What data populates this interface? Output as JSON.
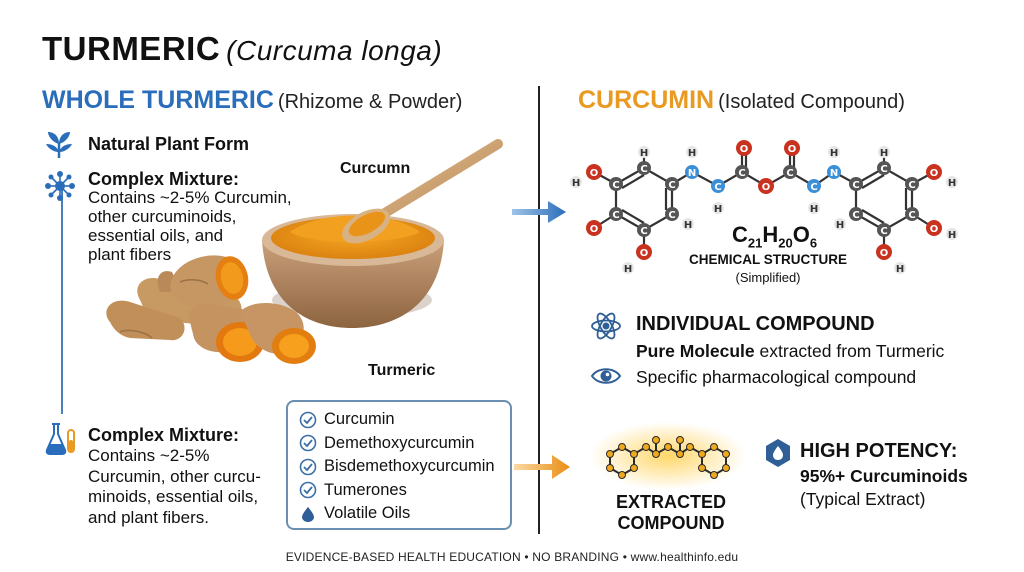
{
  "title": {
    "main": "TURMERIC",
    "scientific": "(Curcuma longa)"
  },
  "left": {
    "header": "WHOLE TURMERIC",
    "header_sub": "(Rhizome & Powder)",
    "natural_form": "Natural Plant Form",
    "complex1_title": "Complex Mixture:",
    "complex1_body": [
      "Contains ~2-5% Curcumin,",
      "other curcuminoids,",
      "essential oils, and",
      "plant fibers"
    ],
    "complex2_title": "Complex Mixture:",
    "complex2_body": [
      "Contains ~2-5%",
      "Curcumin, other curcu-",
      "minoids, essential oils,",
      "and plant fibers."
    ],
    "label_curcumin": "Curcumn",
    "label_turmeric": "Turmeric",
    "components": [
      {
        "name": "Curcumin",
        "icon": "check-circle-icon"
      },
      {
        "name": "Demethoxycurcumin",
        "icon": "check-circle-icon"
      },
      {
        "name": "Bisdemethoxycurcumin",
        "icon": "check-circle-icon"
      },
      {
        "name": "Tumerones",
        "icon": "check-circle-icon"
      },
      {
        "name": "Volatile Oils",
        "icon": "droplet-icon"
      }
    ]
  },
  "right": {
    "header": "CURCUMIN",
    "header_sub": "(Isolated Compound)",
    "formula": {
      "c": "C",
      "c_n": "21",
      "h": "H",
      "h_n": "20",
      "o": "O",
      "o_n": "6"
    },
    "structure_caption": "CHEMICAL STRUCTURE",
    "structure_sub": "(Simplified)",
    "individual_title": "INDIVIDUAL COMPOUND",
    "pure_bold": "Pure Molecule",
    "pure_rest": "extracted from Turmeric",
    "specific": "Specific pharmacological compound",
    "extracted_line1": "EXTRACTED",
    "extracted_line2": "COMPOUND",
    "potency_title": "HIGH POTENCY:",
    "potency_value": "95%+ Curcuminoids",
    "potency_sub": "(Typical Extract)"
  },
  "atoms": {
    "H": "H",
    "O": "O",
    "C": "C",
    "N": "N"
  },
  "footer": "EVIDENCE-BASED HEALTH EDUCATION • NO BRANDING • www.healthinfo.edu",
  "colors": {
    "blue": "#2a6ebb",
    "orange": "#e89a23",
    "turmeric": "#e5911c",
    "oxygen": "#c8321e",
    "carbon": "#555555",
    "nitrogen": "#3b8fd6"
  }
}
